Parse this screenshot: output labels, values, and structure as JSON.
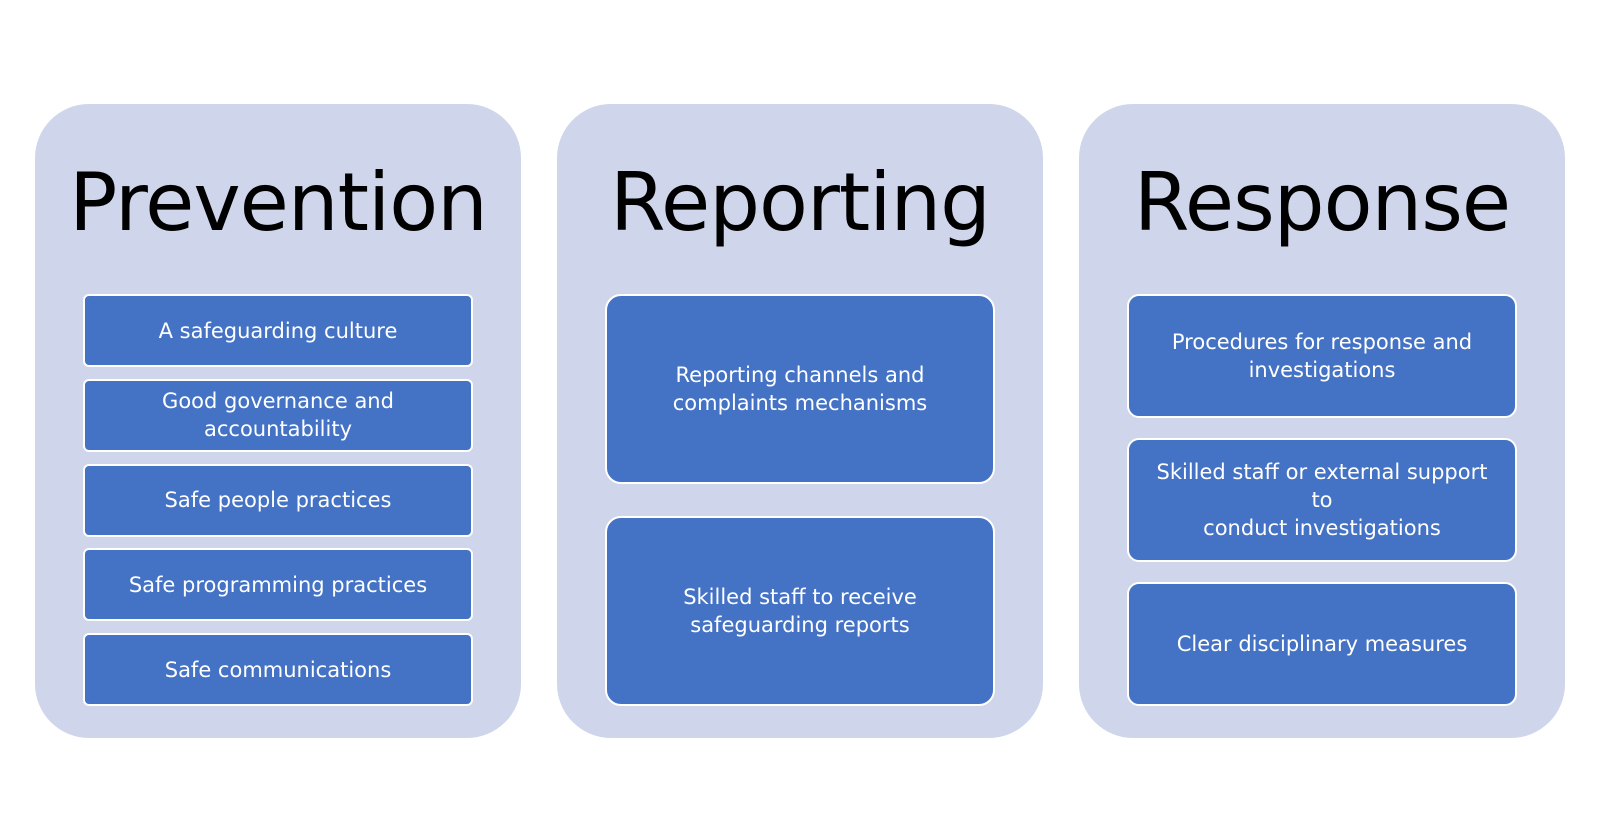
{
  "panels": [
    {
      "title": "Prevention",
      "items": [
        "A safeguarding culture",
        "Good governance and\naccountability",
        "Safe people practices",
        "Safe programming practices",
        "Safe communications"
      ]
    },
    {
      "title": "Reporting",
      "items": [
        "Reporting channels and\ncomplaints mechanisms",
        "Skilled staff to receive\nsafeguarding reports"
      ]
    },
    {
      "title": "Response",
      "items": [
        "Procedures for response and\ninvestigations",
        "Skilled staff or external support to\nconduct investigations",
        "Clear disciplinary measures"
      ]
    }
  ],
  "colors": {
    "panel_background": "#cfd5ea",
    "item_fill": "#4472c4",
    "item_border": "#ffffff",
    "title_text": "#000000",
    "item_text": "#ffffff"
  }
}
